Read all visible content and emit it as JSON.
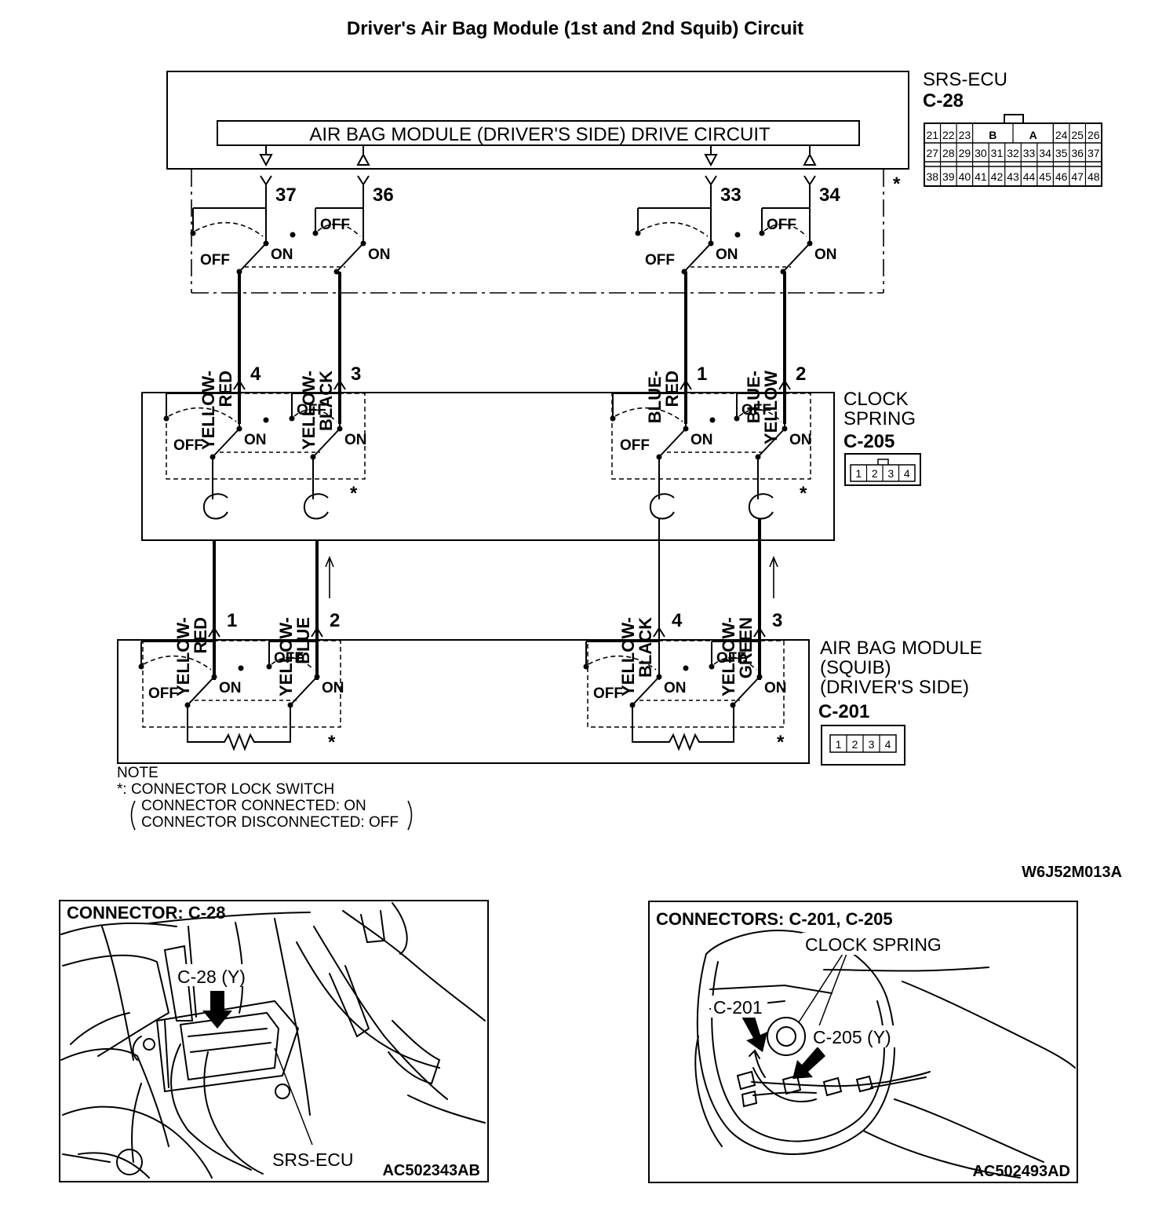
{
  "title": "Driver's Air Bag Module (1st and 2nd Squib) Circuit",
  "ecu": {
    "name": "SRS-ECU",
    "connector": "C-28",
    "drive_circuit_label": "AIR BAG MODULE (DRIVER'S SIDE) DRIVE CIRCUIT",
    "pins": [
      "37",
      "36",
      "33",
      "34"
    ],
    "pinout_row1": [
      "21",
      "22",
      "23",
      "B",
      "A",
      "24",
      "25",
      "26"
    ],
    "pinout_row2": [
      "27",
      "28",
      "29",
      "30",
      "31",
      "32",
      "33",
      "34",
      "35",
      "36",
      "37"
    ],
    "pinout_row3": [
      "38",
      "39",
      "40",
      "41",
      "42",
      "43",
      "44",
      "45",
      "46",
      "47",
      "48"
    ]
  },
  "clock_spring": {
    "name_line1": "CLOCK",
    "name_line2": "SPRING",
    "connector": "C-205",
    "top_pins": [
      "4",
      "3",
      "1",
      "2"
    ],
    "bottom_pins": [
      "1",
      "2",
      "4",
      "3"
    ],
    "pinout": [
      "1",
      "2",
      "3",
      "4"
    ]
  },
  "airbag_module": {
    "name_line1": "AIR BAG MODULE",
    "name_line2": "(SQUIB)",
    "name_line3": "(DRIVER'S SIDE)",
    "connector": "C-201",
    "pinout": [
      "1",
      "2",
      "3",
      "4"
    ]
  },
  "upper_wires": [
    {
      "line1": "YELLOW-",
      "line2": "RED"
    },
    {
      "line1": "YELLOW-",
      "line2": "BLACK"
    },
    {
      "line1": "BLUE-",
      "line2": "RED"
    },
    {
      "line1": "BLUE-",
      "line2": "YELLOW"
    }
  ],
  "lower_wires": [
    {
      "line1": "YELLOW-",
      "line2": "RED"
    },
    {
      "line1": "YELLOW-",
      "line2": "BLUE"
    },
    {
      "line1": "YELLOW-",
      "line2": "BLACK"
    },
    {
      "line1": "YELLOW-",
      "line2": "GREEN"
    }
  ],
  "switch": {
    "off": "OFF",
    "on": "ON"
  },
  "lock_mark": "*",
  "note": {
    "heading": "NOTE",
    "line1": "*: CONNECTOR LOCK SWITCH",
    "line2": "CONNECTOR CONNECTED: ON",
    "line3": "CONNECTOR DISCONNECTED: OFF"
  },
  "diagram_code": "W6J52M013A",
  "panel_left": {
    "title": "CONNECTOR: C-28",
    "label_connector": "C-28 (Y)",
    "label_ecu": "SRS-ECU",
    "code": "AC502343AB"
  },
  "panel_right": {
    "title": "CONNECTORS: C-201, C-205",
    "label_clock": "CLOCK SPRING",
    "label_c201": "C-201",
    "label_c205": "C-205 (Y)",
    "code": "AC502493AD"
  }
}
